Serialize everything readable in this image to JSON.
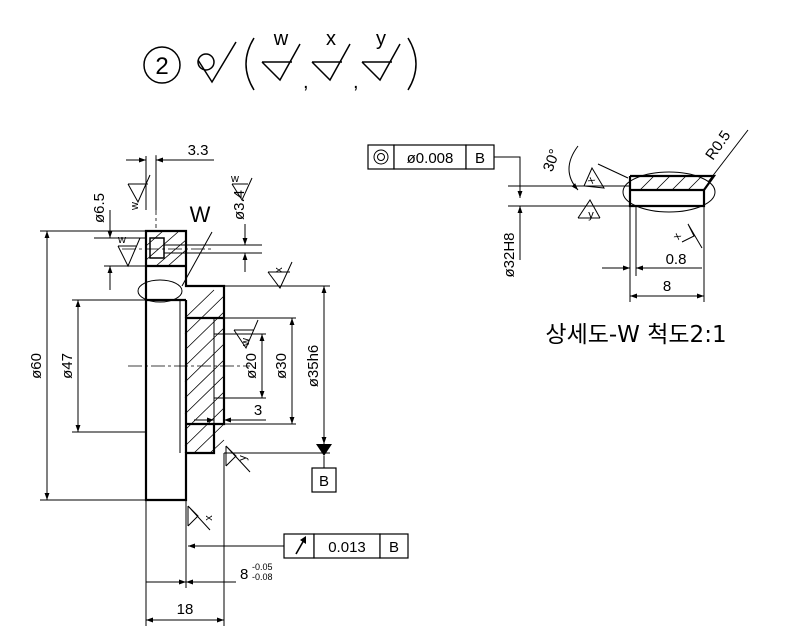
{
  "header": {
    "circled_number": "2",
    "sub_symbols": [
      "w",
      "x",
      "y"
    ]
  },
  "main_view": {
    "dim_top": "3.3",
    "dim_d65": "ø6.5",
    "label_W": "W",
    "dim_d34": "ø3.4",
    "dim_d60": "ø60",
    "dim_d47": "ø47",
    "dim_d20": "ø20",
    "dim_d30": "ø30",
    "dim_d35h6": "ø35h6",
    "dim_3": "3",
    "datum_B": "B",
    "runout_value": "0.013",
    "runout_datum": "B",
    "dim_8_nominal": "8",
    "dim_8_upper": "-0.05",
    "dim_8_lower": "-0.08",
    "dim_18": "18",
    "sym_w": "w",
    "sym_x": "x",
    "sym_y": "y"
  },
  "detail_view": {
    "concentricity_value": "ø0.008",
    "concentricity_datum": "B",
    "angle": "30°",
    "radius": "R0.5",
    "dim_d32H8": "ø32H8",
    "dim_08": "0.8",
    "dim_8": "8",
    "caption": "상세도-W 척도2:1",
    "sym_x": "x",
    "sym_y": "y"
  }
}
